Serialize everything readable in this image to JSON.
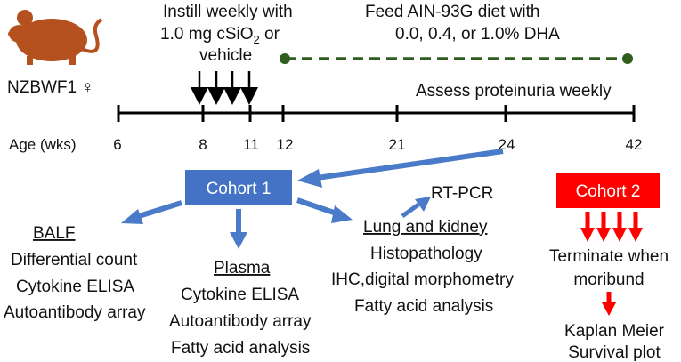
{
  "strain": "NZBWF1 ♀",
  "instill": {
    "line1": "Instill weekly with",
    "line2_prefix": "1.0 mg cSiO",
    "line2_sub": "2",
    "line2_suffix": " or",
    "line3": "vehicle"
  },
  "feed": {
    "line1": "Feed  AIN-93G  diet with",
    "line2": "0.0, 0.4, or 1.0% DHA"
  },
  "assess": "Assess proteinuria weekly",
  "timeline": {
    "age_label": "Age (wks)",
    "ticks": [
      "6",
      "8",
      "11",
      "12",
      "21",
      "24",
      "42"
    ]
  },
  "cohort1": {
    "label": "Cohort 1",
    "balf": {
      "title": "BALF",
      "items": [
        "Differential count",
        "Cytokine ELISA",
        "Autoantibody array"
      ]
    },
    "plasma": {
      "title": "Plasma",
      "items": [
        "Cytokine ELISA",
        "Autoantibody array",
        "Fatty acid analysis"
      ]
    },
    "lung_kidney": {
      "title": "Lung and kidney",
      "items": [
        "Histopathology",
        "IHC,digital morphometry",
        "Fatty acid analysis"
      ]
    },
    "rtpcr": "RT-PCR"
  },
  "cohort2": {
    "label": "Cohort 2",
    "terminate": [
      "Terminate when",
      "moribund"
    ],
    "km": [
      "Kaplan Meier",
      "Survival plot"
    ]
  },
  "colors": {
    "mouse": "#b5511f",
    "cohort1_box": "#4472c4",
    "cohort1_arrow": "#4a7bc8",
    "cohort2_box": "#ff0000",
    "cohort2_arrow": "#ff0000",
    "diet_line": "#2e5d1e",
    "timeline": "#000000"
  }
}
